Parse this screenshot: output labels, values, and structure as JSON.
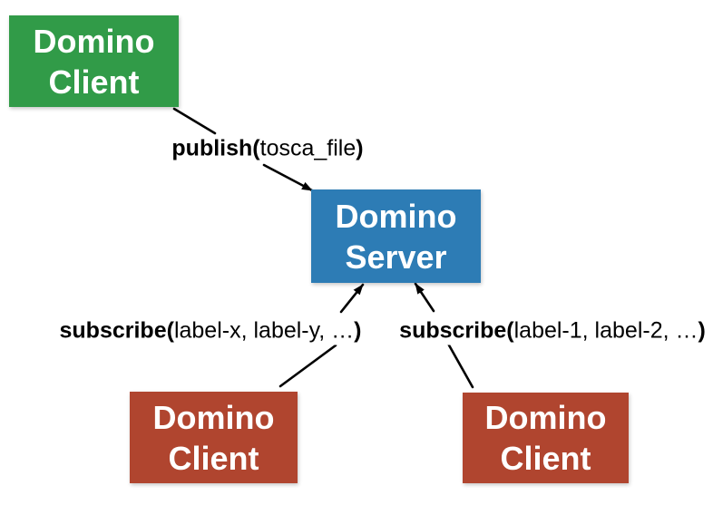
{
  "canvas": {
    "background": "#ffffff"
  },
  "colors": {
    "publisher_green": "#319b48",
    "server_blue": "#2d7cb5",
    "subscriber_red": "#b0452f",
    "node_text": "#ffffff",
    "arrow": "#000000",
    "label_text": "#000000"
  },
  "nodes": [
    {
      "id": "publisher-client",
      "line1": "Domino",
      "line2": "Client",
      "color": "#319b48"
    },
    {
      "id": "server",
      "line1": "Domino",
      "line2": "Server",
      "color": "#2d7cb5"
    },
    {
      "id": "subscriber-client-left",
      "line1": "Domino",
      "line2": "Client",
      "color": "#b0452f"
    },
    {
      "id": "subscriber-client-right",
      "line1": "Domino",
      "line2": "Client",
      "color": "#b0452f"
    }
  ],
  "edges": [
    {
      "id": "publish",
      "label": {
        "bold_open": "publish(",
        "args": "tosca_file",
        "bold_close": ")"
      }
    },
    {
      "id": "subscribe-left",
      "label": {
        "bold_open": "subscribe(",
        "args": "label-x, label-y, …",
        "bold_close": ")"
      }
    },
    {
      "id": "subscribe-right",
      "label": {
        "bold_open": "subscribe(",
        "args": "label-1, label-2, …",
        "bold_close": ")"
      }
    }
  ]
}
